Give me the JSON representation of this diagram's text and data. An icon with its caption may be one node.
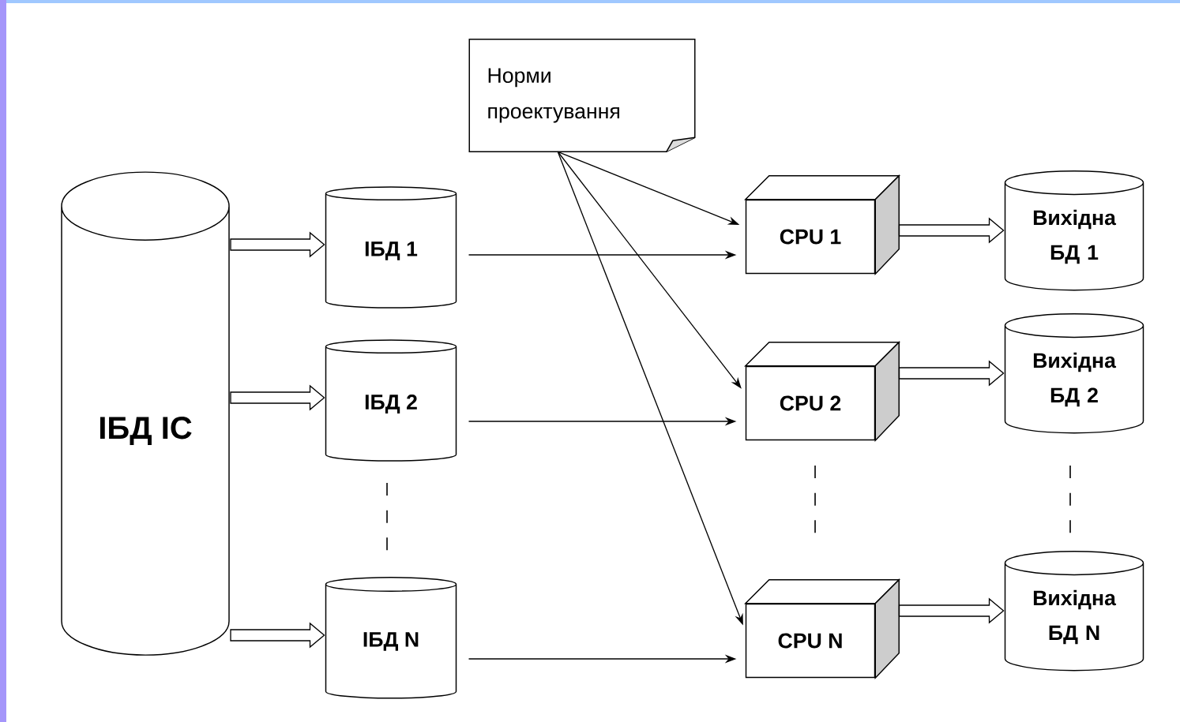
{
  "diagram": {
    "nodes": [
      {
        "text": [
          "ІБД ІС"
        ]
      },
      {
        "text": [
          "Норми проектування"
        ]
      },
      {
        "text": [
          "ІБД 1"
        ]
      },
      {
        "text": [
          "CPU 1"
        ]
      },
      {
        "text": [
          "Вихідна БД 1"
        ]
      },
      {
        "text": [
          "ІБД 2"
        ]
      },
      {
        "text": [
          "CPU 2"
        ]
      },
      {
        "text": [
          "Вихідна БД 2"
        ]
      },
      {
        "text": [
          "ІБД N"
        ]
      },
      {
        "text": [
          "CPU N"
        ]
      },
      {
        "text": [
          "Вихідна БД N"
        ]
      }
    ],
    "edges": [
      {
        "from": 0,
        "to": 2,
        "arrow": "to",
        "style": "thick"
      },
      {
        "from": 0,
        "to": 5,
        "arrow": "to",
        "style": "thick"
      },
      {
        "from": 0,
        "to": 8,
        "arrow": "to",
        "style": "thick"
      },
      {
        "from": 2,
        "to": 3,
        "arrow": "to"
      },
      {
        "from": 5,
        "to": 6,
        "arrow": "to"
      },
      {
        "from": 8,
        "to": 9,
        "arrow": "to"
      },
      {
        "from": 1,
        "to": 3,
        "arrow": "to"
      },
      {
        "from": 1,
        "to": 6,
        "arrow": "to"
      },
      {
        "from": 1,
        "to": 9,
        "arrow": "to"
      },
      {
        "from": 3,
        "to": 4,
        "arrow": "to",
        "style": "thick"
      },
      {
        "from": 6,
        "to": 7,
        "arrow": "to",
        "style": "thick"
      },
      {
        "from": 9,
        "to": 10,
        "arrow": "to",
        "style": "thick"
      }
    ]
  }
}
